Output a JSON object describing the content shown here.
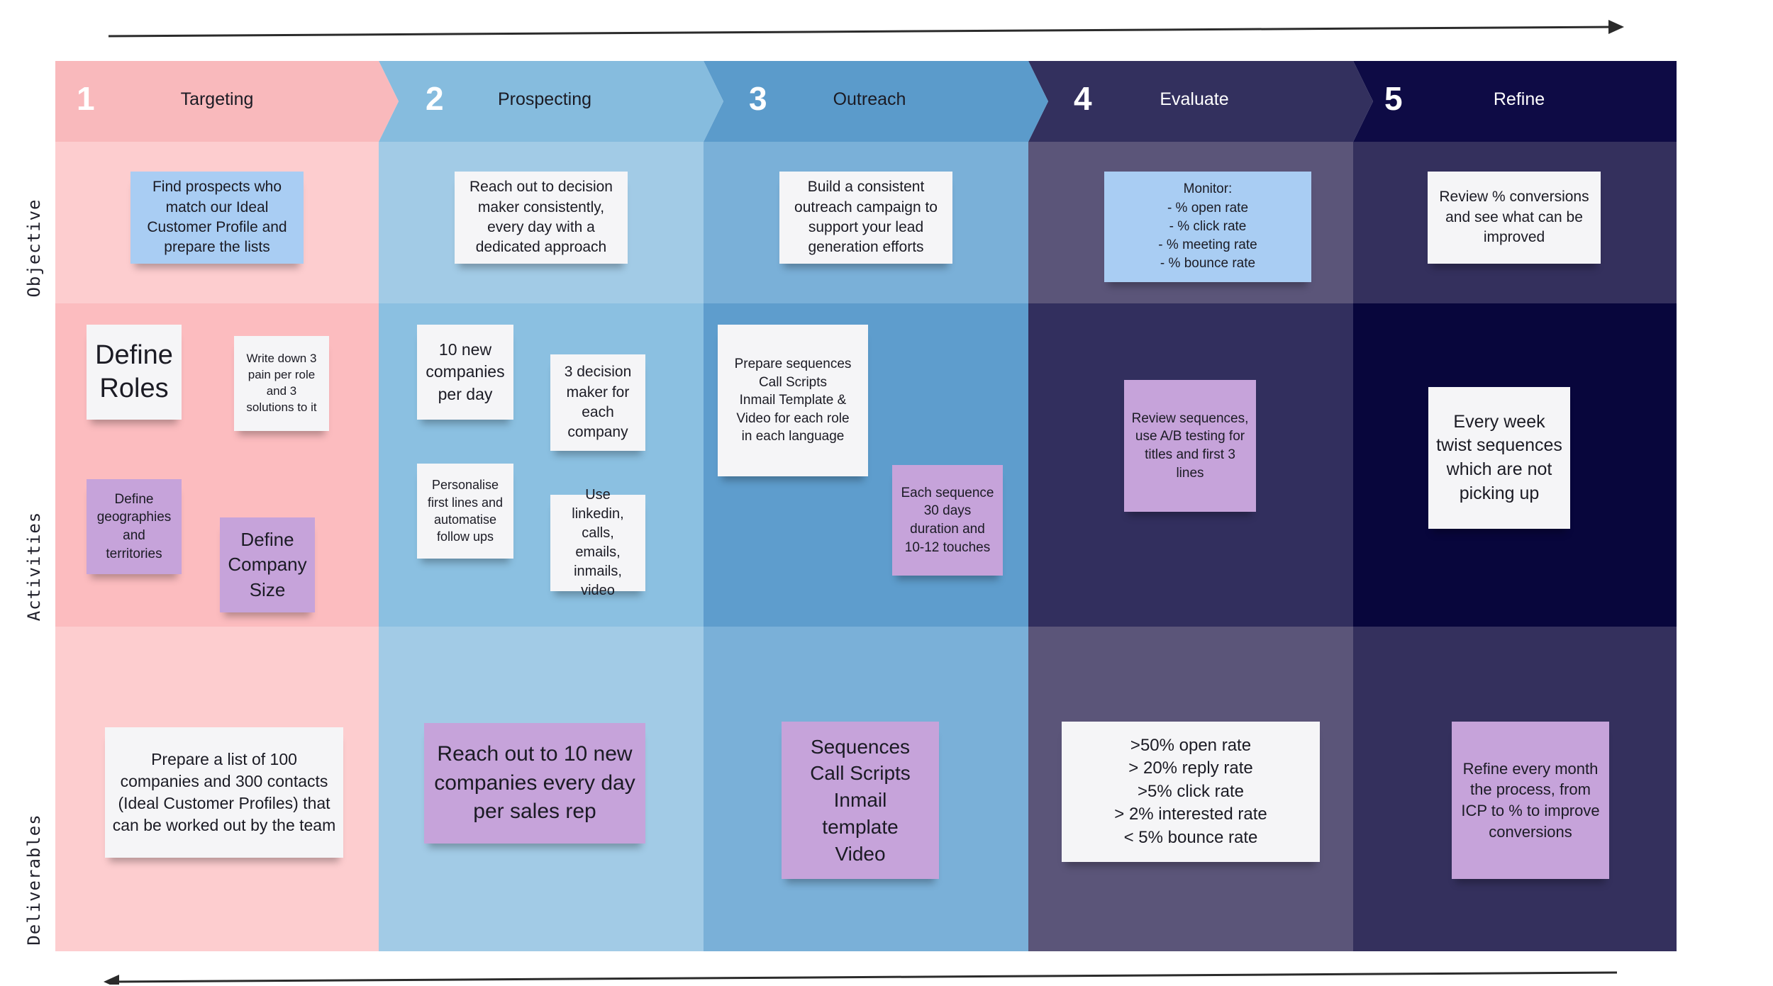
{
  "stages": [
    {
      "number": "1",
      "title": "Targeting",
      "header_color": "#f9b9bc",
      "title_color": "#1b1b24",
      "cells": [
        "#fdcdcf",
        "#fcbcbf",
        "#fdcdcf"
      ]
    },
    {
      "number": "2",
      "title": "Prospecting",
      "header_color": "#86bcde",
      "title_color": "#1b1b24",
      "cells": [
        "#a2cbe6",
        "#8bc0e1",
        "#a2cbe6"
      ]
    },
    {
      "number": "3",
      "title": "Outreach",
      "header_color": "#5b9bcb",
      "title_color": "#1b1b24",
      "cells": [
        "#7ab0d8",
        "#5e9dcd",
        "#7ab0d8"
      ]
    },
    {
      "number": "4",
      "title": "Evaluate",
      "header_color": "#33305e",
      "title_color": "#ffffff",
      "cells": [
        "#5b5579",
        "#322f5e",
        "#5b5579"
      ]
    },
    {
      "number": "5",
      "title": "Refine",
      "header_color": "#0e0b45",
      "title_color": "#ffffff",
      "cells": [
        "#34305d",
        "#08063c",
        "#34305d"
      ]
    }
  ],
  "rows": [
    "Objective",
    "Activities",
    "Deliverables"
  ],
  "notes": {
    "objective": [
      "Find prospects who match our Ideal Customer Profile and prepare the lists",
      "Reach out to decision maker consistently, every day with a dedicated approach",
      "Build a consistent outreach campaign to support your lead generation efforts",
      "Monitor:\n- % open rate\n- % click rate\n- % meeting rate\n- % bounce rate",
      "Review % conversions and see what can be improved"
    ],
    "activities": {
      "targeting": [
        "Define Roles",
        "Write down 3 pain per role and 3 solutions to it",
        "Define geographies and territories",
        "Define Company Size"
      ],
      "prospecting": [
        "10 new companies per day",
        "3 decision maker for each company",
        "Personalise first lines and automatise follow ups",
        "Use linkedin, calls, emails, inmails, video"
      ],
      "outreach": [
        "Prepare sequences\nCall Scripts\nInmail Template &\nVideo for each role\nin each language",
        "Each sequence 30 days duration and 10-12 touches"
      ],
      "evaluate": [
        "Review sequences, use A/B testing for titles and first 3 lines"
      ],
      "refine": [
        "Every week twist sequences which are not picking up"
      ]
    },
    "deliverables": [
      "Prepare a list of 100 companies and 300 contacts (Ideal Customer Profiles) that can be worked out by the team",
      "Reach out to 10 new companies every day per sales rep",
      "Sequences\nCall Scripts\nInmail\ntemplate\nVideo",
      ">50% open rate\n> 20% reply rate\n>5% click rate\n> 2% interested rate\n< 5% bounce rate",
      "Refine every month the process, from ICP to % to improve conversions"
    ]
  },
  "colors": {
    "note_white": "#f5f5f7",
    "note_blue": "#a9cdf3",
    "note_purple": "#c6a3da",
    "arrow": "#2b2b2b"
  }
}
